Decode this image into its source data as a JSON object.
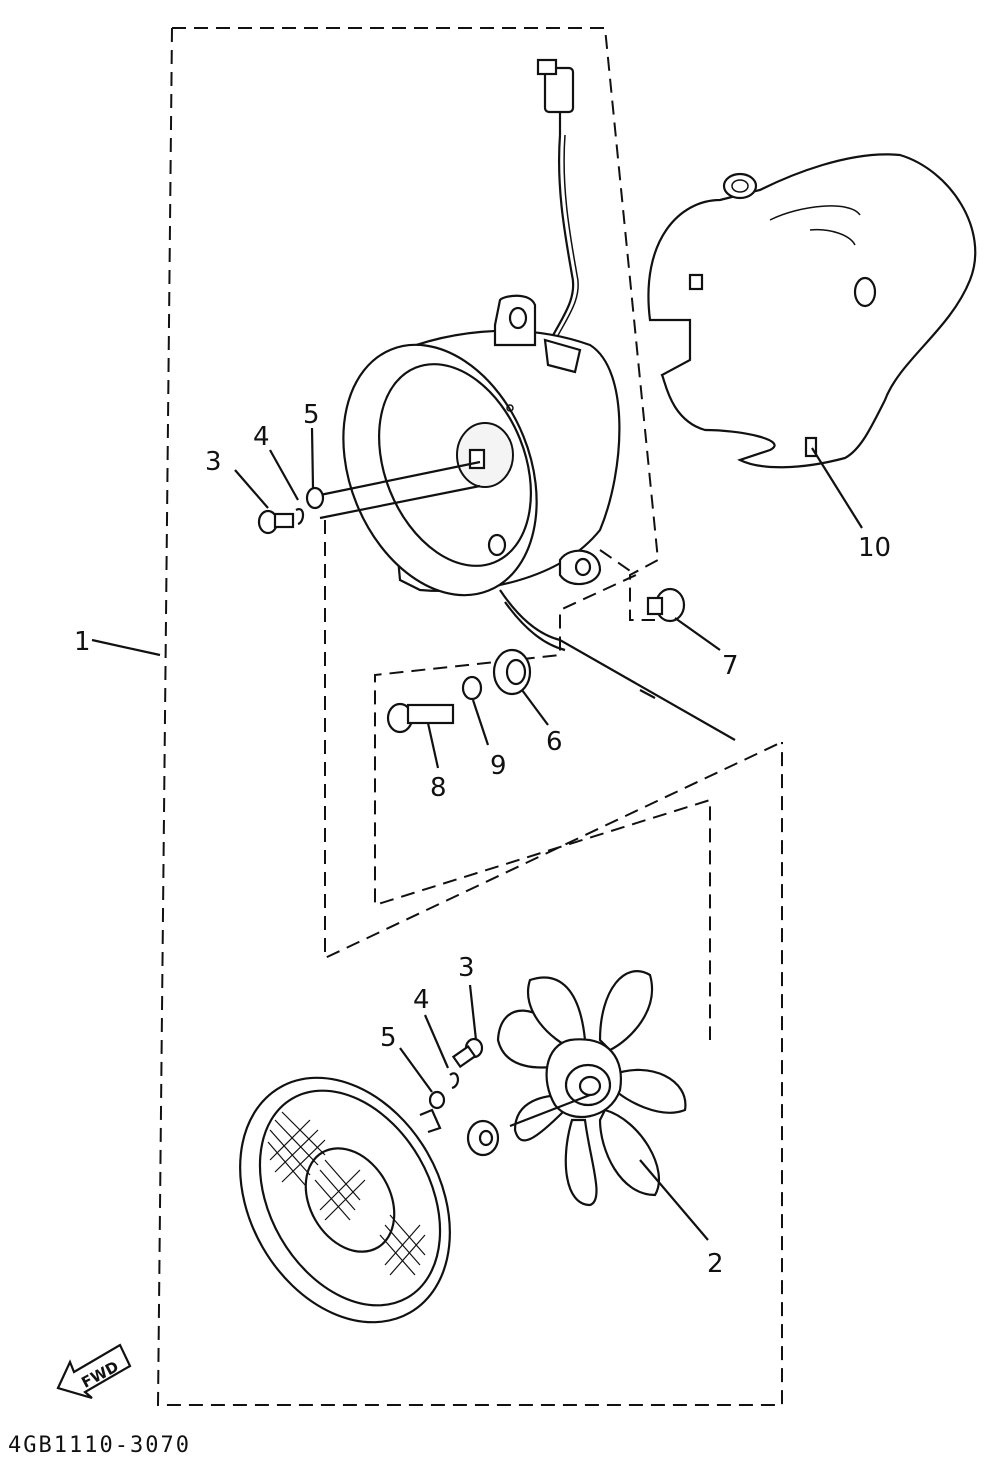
{
  "diagram": {
    "part_code": "4GB1110-3070",
    "direction_label": "FWD",
    "labels": {
      "assembly": "1",
      "fan": "2",
      "screw_top": "3",
      "washer_top": "4",
      "plain_washer_top": "5",
      "grommet": "6",
      "bolt_right": "7",
      "bolt": "8",
      "collar": "9",
      "shroud": "10",
      "screw_bottom": "3",
      "washer_bottom": "4",
      "plain_washer_bottom": "5"
    }
  }
}
